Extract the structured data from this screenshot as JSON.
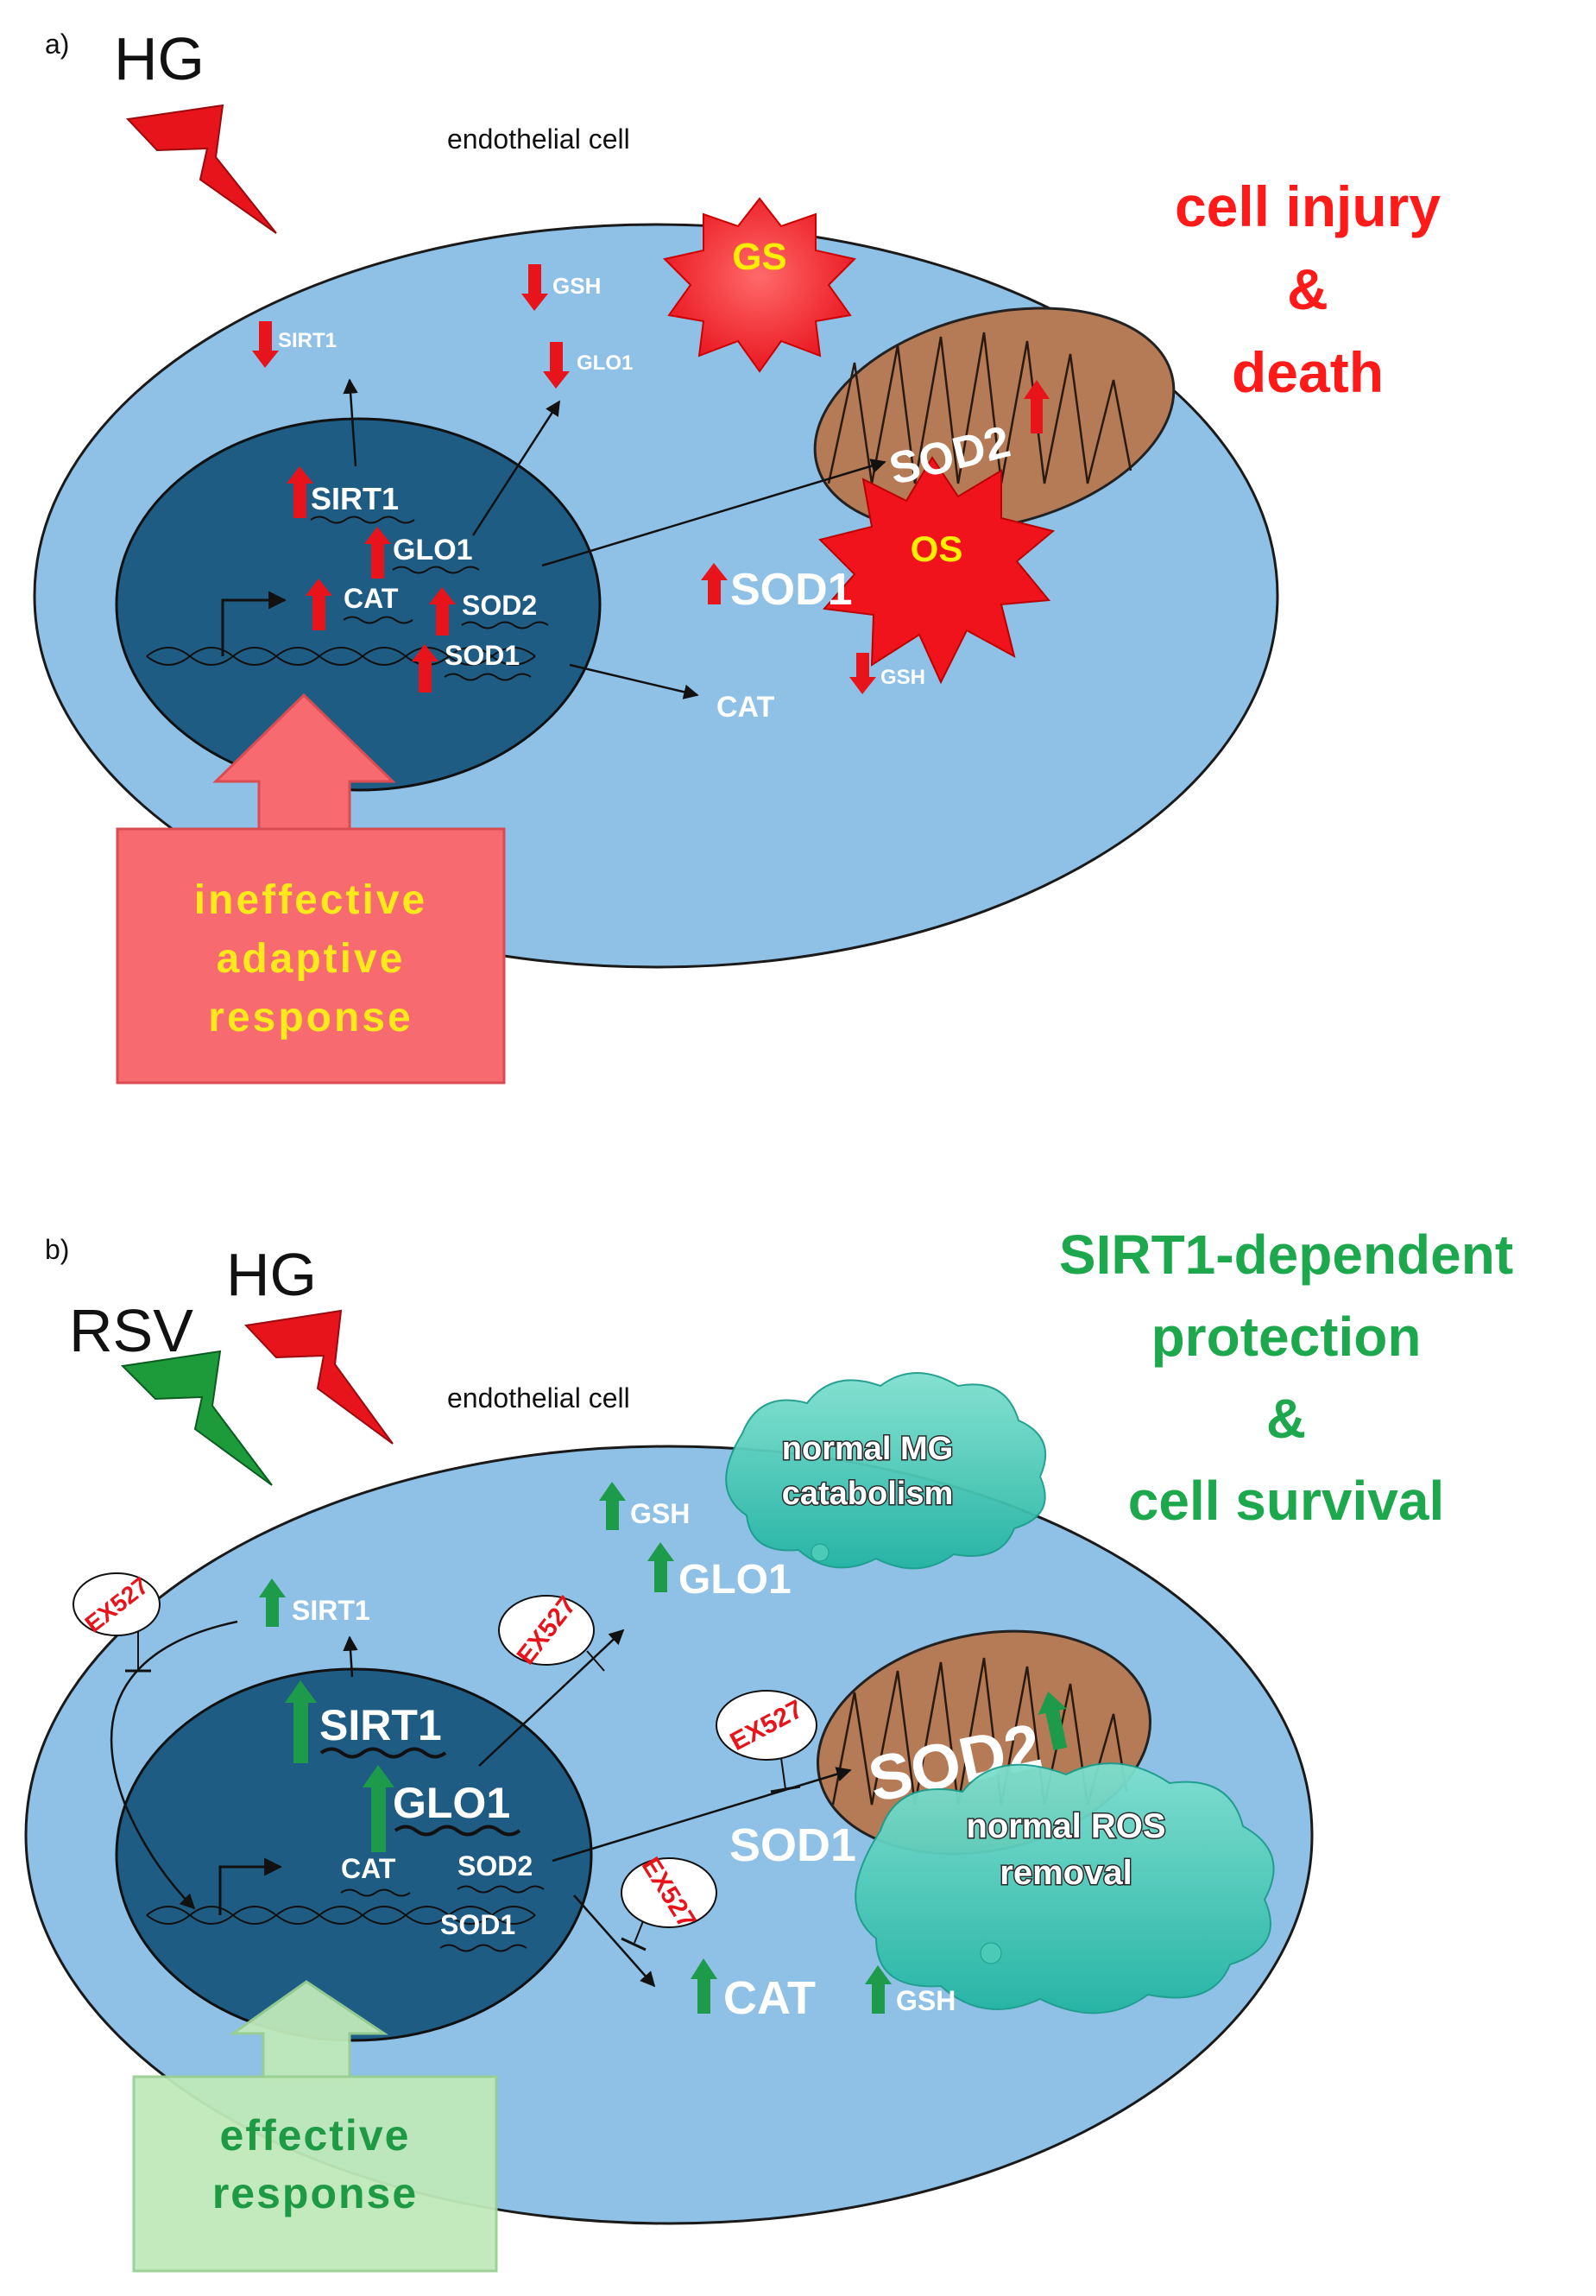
{
  "colors": {
    "cell_fill": "#8fc0e6",
    "nucleus_fill": "#1f5c84",
    "down_red": "#e8141b",
    "up_green": "#1d9a4a",
    "headline_red": "#ff1a1a",
    "headline_green": "#1ea84e",
    "adaptive_box": "#f76a6f",
    "effective_box": "#bfe9b9",
    "cloud_fill": "#4bcab8",
    "mito_fill": "#b57a56"
  },
  "icons": [
    "lightning-icon",
    "up-arrow-icon",
    "down-arrow-icon",
    "inhibitor-icon",
    "star-burst-icon",
    "cloud-icon",
    "mitochondrion-icon",
    "dna-icon"
  ],
  "panel_a": {
    "label": "a)",
    "stimulus": "HG",
    "cell_label": "endothelial cell",
    "outcome": [
      "cell injury",
      "&",
      "death"
    ],
    "nucleus": {
      "sirt1": "SIRT1",
      "glo1": "GLO1",
      "cat": "CAT",
      "sod2": "SOD2",
      "sod1": "SOD1"
    },
    "cytoplasm": {
      "sirt1": "SIRT1",
      "gsh_top": "GSH",
      "glo1": "GLO1",
      "sod1": "SOD1",
      "cat": "CAT",
      "gsh_bottom": "GSH"
    },
    "mito": {
      "sod2": "SOD2"
    },
    "gs": "GS",
    "os": "OS",
    "response": [
      "ineffective",
      "adaptive",
      "response"
    ]
  },
  "panel_b": {
    "label": "b)",
    "stimulus_hg": "HG",
    "stimulus_rsv": "RSV",
    "cell_label": "endothelial cell",
    "outcome": [
      "SIRT1-dependent",
      "protection",
      "&",
      "cell survival"
    ],
    "inhibitor": "EX527",
    "nucleus": {
      "sirt1": "SIRT1",
      "glo1": "GLO1",
      "cat": "CAT",
      "sod2": "SOD2",
      "sod1": "SOD1"
    },
    "cytoplasm": {
      "sirt1": "SIRT1",
      "gsh_top": "GSH",
      "glo1": "GLO1",
      "sod1": "SOD1",
      "cat": "CAT",
      "gsh_bottom": "GSH"
    },
    "mito": {
      "sod2": "SOD2"
    },
    "cloud_mg": [
      "normal MG",
      "catabolism"
    ],
    "cloud_ros": [
      "normal ROS",
      "removal"
    ],
    "response": [
      "effective",
      "response"
    ]
  }
}
